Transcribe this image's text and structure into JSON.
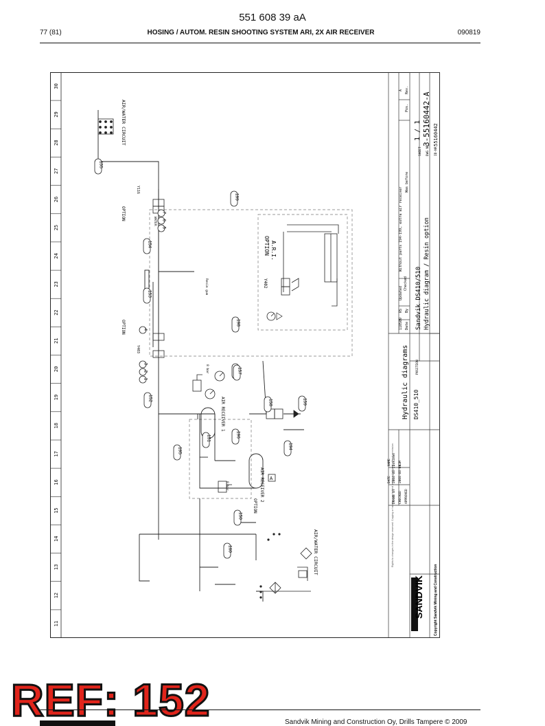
{
  "header": {
    "doc_number": "551 608 39 aA",
    "page": "77 (81)",
    "title": "HOSING / AUTOM. RESIN SHOOTING SYSTEM ARI, 2X AIR RECEIVER",
    "code": "090819"
  },
  "grid": {
    "columns": [
      "11",
      "12",
      "13",
      "14",
      "15",
      "16",
      "17",
      "18",
      "19",
      "20",
      "21",
      "22",
      "23",
      "24",
      "25",
      "26",
      "27",
      "28",
      "29",
      "30"
    ]
  },
  "labels": {
    "air_water_circuit": "AIR/WATER CIRCUIT",
    "option": "OPTION",
    "option_ari": "OPTION",
    "ari": "A.R.I.",
    "air_receiver_1": "AIR RECEIVER 1",
    "air_receiver_2": "AIR RECEIVER 2",
    "option_receiver": "OPTION",
    "resin_gun": "Resin gun",
    "water": "WATER",
    "y116": "Y116",
    "y402": "Y402",
    "y403": "Y403",
    "box_a": "A",
    "bar": "8 bar",
    "bar2": "8 bar",
    "bar3": "8 bar"
  },
  "callouts": [
    "155",
    "199",
    "154",
    "153",
    "198",
    "197",
    "157",
    "152",
    "158",
    "159",
    "151",
    "196",
    "195",
    "194",
    "150",
    "160"
  ],
  "option_groups": {
    "g1": [
      "7",
      "6",
      "5"
    ],
    "g2": [
      "4"
    ],
    "g3": [
      "3",
      "2",
      "1"
    ]
  },
  "title_block": {
    "brand": "SANDVIK",
    "copyright": "Copyright  Sandvik Mining and Construction",
    "drawing_title": "Hydraulic diagrams",
    "drawing_subtitle": "DS410_510",
    "position": "POSITION",
    "model": "Sandvik DS410/510",
    "diagram_name": "Hydraulic diagram / Resin option",
    "sheet_label": "SHEET",
    "sheet": "1 / 1",
    "dwg_label": "DWG NR",
    "dwg_number": "3-55160442-A",
    "id_label": "ID-NR",
    "id_number": "55160442",
    "rev_note": "Without parts 194-199, extra air receiver",
    "rev_note2": "Was before",
    "rev_date": "110509",
    "rev_by": "RS",
    "rev_status": "Updated",
    "rev_checked": "Checked",
    "rev_date_label": "Date",
    "rev_by_label": "By",
    "rev_col_a": "A",
    "rev_col_rev": "Rev.",
    "rev_col_pos": "Pos.",
    "drawn_label": "DRAWN BY",
    "drawn_date": "2008-08-11",
    "drawn_name": "Jokinen",
    "checked_label": "CHECKED",
    "checked_date": "2008-08-08",
    "checked_name": "KJM",
    "approved_label": "APPROVED",
    "date_label": "DATE",
    "name_label": "NAME",
    "legal_text": "Rights to changes in the design reserved. Copying or handing over to third parties not allowed without permission."
  },
  "stamp": {
    "ref": "REF: 152"
  },
  "footer": {
    "company": "Sandvik Mining and Construction Oy, Drills Tampere © 2009"
  }
}
